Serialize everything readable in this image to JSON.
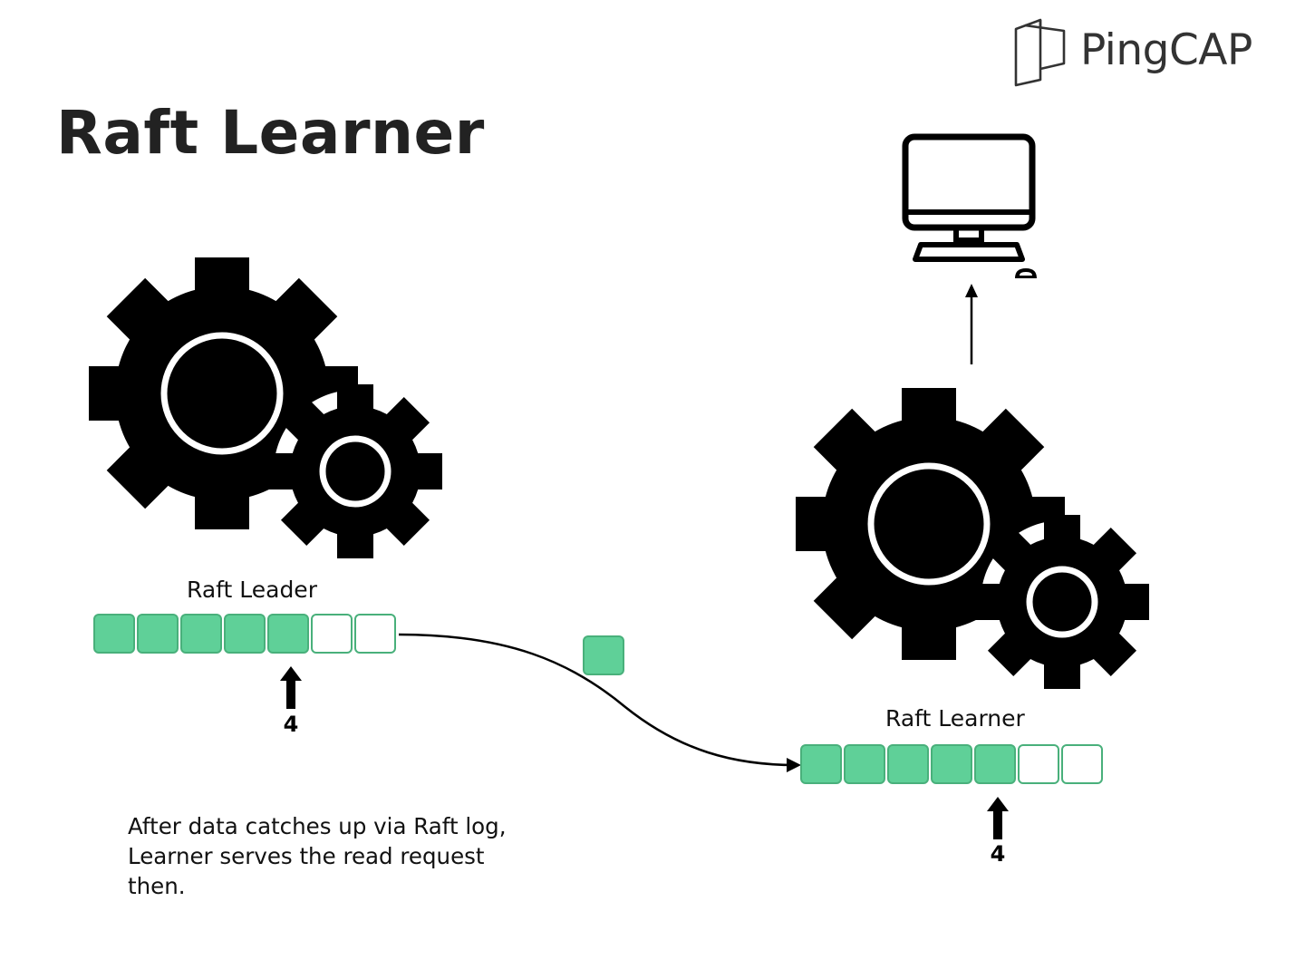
{
  "slide": {
    "title": "Raft Learner",
    "caption_lines": [
      "After data catches up via Raft log,",
      "Learner serves the read request",
      "then."
    ]
  },
  "brand": {
    "logo_text": "PingCAP"
  },
  "leader": {
    "label": "Raft Leader",
    "log_entries": [
      true,
      true,
      true,
      true,
      true,
      false,
      false
    ],
    "index_label": "4"
  },
  "learner": {
    "label": "Raft Learner",
    "log_entries": [
      true,
      true,
      true,
      true,
      true,
      false,
      false
    ],
    "index_label": "4"
  },
  "colors": {
    "entry_fill": "#5fd098",
    "entry_border": "#49b07b",
    "icon": "#000000",
    "title": "#222222"
  }
}
